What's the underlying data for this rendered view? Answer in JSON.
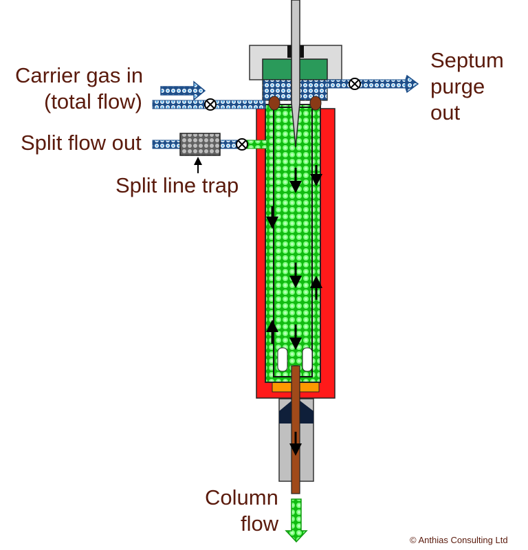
{
  "labels": {
    "carrier_gas_in_1": "Carrier gas in",
    "carrier_gas_in_2": "(total flow)",
    "septum_purge_1": "Septum",
    "septum_purge_2": "purge",
    "septum_purge_3": "out",
    "split_flow_out": "Split flow out",
    "split_line_trap": "Split line trap",
    "column_flow_1": "Column",
    "column_flow_2": "flow"
  },
  "copyright": "© Anthias Consulting Ltd",
  "colors": {
    "heater_block": "#ff1a1a",
    "carrier_gas": "#3aa0e0",
    "liner_gas": "#22ee22",
    "septum": "#2a9a5a",
    "column": "#a04a1a",
    "seal": "#ff9900",
    "label_text": "#5a1a0c"
  }
}
